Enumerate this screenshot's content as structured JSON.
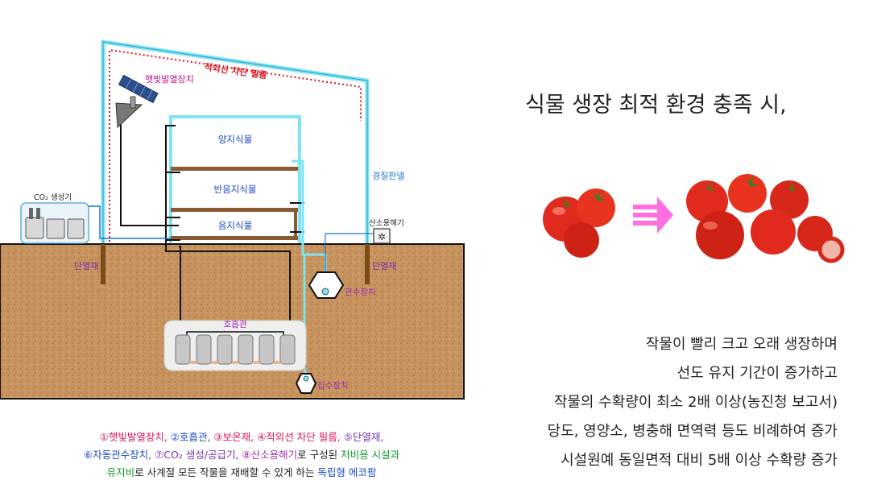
{
  "diagram": {
    "labels": {
      "infrared_film": "적외선 차단 필름",
      "solar_heater": "햇빛발열장치",
      "hard_panel": "경질판넬",
      "sun_plant": "양지식물",
      "half_shade_plant": "반음지식물",
      "shade_plant": "음지식물",
      "co2_generator": "CO₂ 생성기",
      "oxygen_dissolver": "산소용해기",
      "insulation_left": "단열재",
      "insulation_right": "단열재",
      "irrigation_device": "관수장치",
      "breathing_pipe": "호흡관",
      "water_collector": "집수장치"
    },
    "colors": {
      "panel": "#7fe4f4",
      "soil": "#c79460",
      "shelf": "#8a5a32",
      "film_label": "#d9141f",
      "arrow": "#ff6fe0"
    }
  },
  "legend": {
    "line1": [
      {
        "text": "①햇빛발열장치, ",
        "color": "red"
      },
      {
        "text": "②호흡관, ",
        "color": "blue"
      },
      {
        "text": "③보온재, ",
        "color": "red"
      },
      {
        "text": "④적외선 차단 필름, ",
        "color": "red"
      },
      {
        "text": "⑤단열재,",
        "color": "violet"
      }
    ],
    "line2": [
      {
        "text": "⑥자동관수장치, ",
        "color": "blue"
      },
      {
        "text": "⑦CO₂ 생성/공급기, ",
        "color": "violet"
      },
      {
        "text": "⑧산소용해기",
        "color": "purple"
      },
      {
        "text": "로 구성된 ",
        "color": "dark"
      },
      {
        "text": "저비용 시설과",
        "color": "green"
      }
    ],
    "line3": [
      {
        "text": "유지비",
        "color": "green"
      },
      {
        "text": "로 사계절 모든 작물을 재배할 수 있게 하는 ",
        "color": "dark"
      },
      {
        "text": "독립형 에코팜",
        "color": "blue"
      }
    ]
  },
  "headline": "식물 생장 최적 환경 충족 시,",
  "description": [
    "작물이 빨리 크고 오래 생장하며",
    "선도 유지 기간이 증가하고",
    "작물의 수확량이 최소 2배 이상(농진청 보고서)",
    "당도, 영양소, 병충해 면역력 등도 비례하여 증가",
    "시설원예 동일면적 대비 5배 이상 수확량 증가"
  ]
}
